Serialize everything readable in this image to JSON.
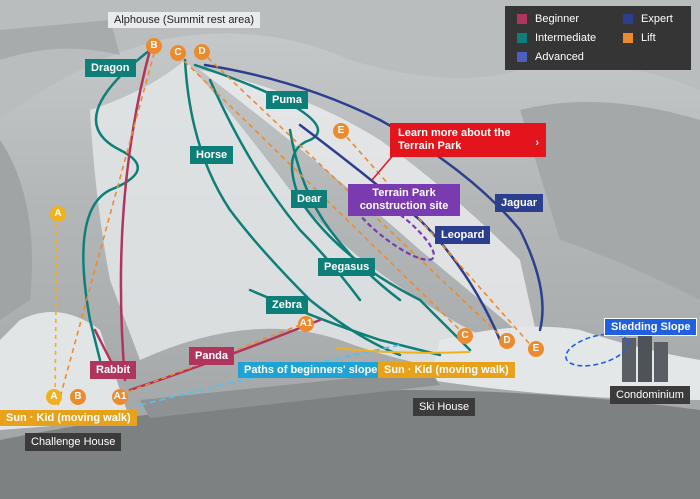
{
  "legend": {
    "beginner": {
      "label": "Beginner",
      "color": "#b0345c"
    },
    "expert": {
      "label": "Expert",
      "color": "#2c3f8f"
    },
    "intermediate": {
      "label": "Intermediate",
      "color": "#0e7f78"
    },
    "lift": {
      "label": "Lift",
      "color": "#ee8a2e"
    },
    "advanced": {
      "label": "Advanced",
      "color": "#4a5fc0"
    }
  },
  "summit_label": "Alphouse (Summit rest area)",
  "learn_more": "Learn more about the Terrain Park",
  "terrain_park": "Terrain Park construction site",
  "sledding": "Sledding Slope",
  "slopes": {
    "dragon": "Dragon",
    "puma": "Puma",
    "horse": "Horse",
    "dear": "Dear",
    "jaguar": "Jaguar",
    "leopard": "Leopard",
    "pegasus": "Pegasus",
    "zebra": "Zebra",
    "rabbit": "Rabbit",
    "panda": "Panda"
  },
  "paths_label": "Paths of beginners' slopes",
  "moving_walk_right": "Sun · Kid (moving walk)",
  "moving_walk_left": "Sun · Kid (moving walk)",
  "buildings": {
    "ski_house": "Ski House",
    "condominium": "Condominium",
    "challenge_house": "Challenge House"
  },
  "lifts": {
    "b_top": "B",
    "c_top": "C",
    "d_top": "D",
    "e_top": "E",
    "a_mid": "A",
    "a_bot": "A",
    "b_bot": "B",
    "a1_bot": "A1",
    "a1_mid": "A1",
    "c_bot": "C",
    "d_bot": "D",
    "e_bot": "E"
  }
}
